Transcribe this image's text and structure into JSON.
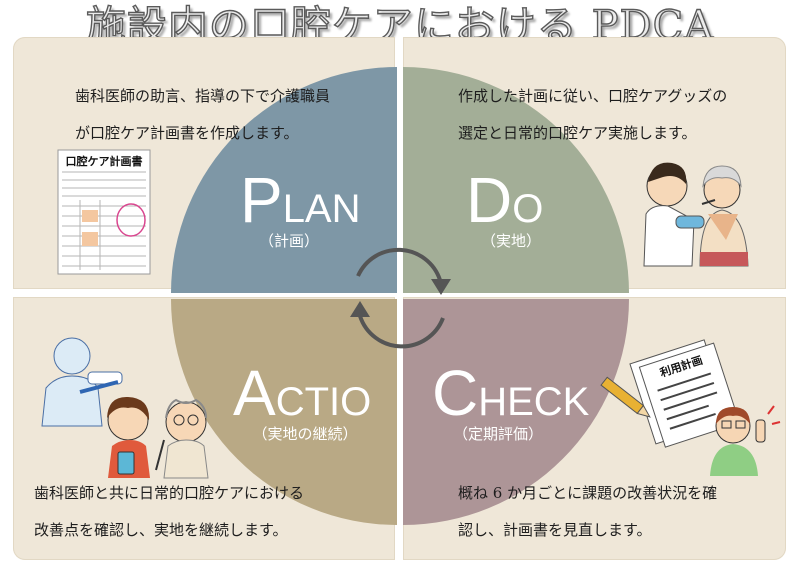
{
  "title": "施設内の口腔ケアにおける PDCA",
  "plan": {
    "big_letter": "P",
    "rest": "LAN",
    "sub": "（計画）",
    "desc1": "歯科医師の助言、指導の下で介護職員",
    "desc2": "が口腔ケア計画書を作成します。",
    "doc_title": "口腔ケア計画書"
  },
  "do": {
    "big_letter": "D",
    "rest": "O",
    "sub": "（実地）",
    "desc1": "作成した計画に従い、口腔ケアグッズの",
    "desc2": "選定と日常的口腔ケア実施します。"
  },
  "action": {
    "big_letter": "A",
    "rest": "CTIO",
    "sub": "（実地の継続）",
    "desc1": "歯科医師と共に日常的口腔ケアにおける",
    "desc2": "改善点を確認し、実地を継続します。"
  },
  "check": {
    "big_letter": "C",
    "rest": "HECK",
    "sub": "（定期評価）",
    "desc1": "概ね 6 か月ごとに課題の改善状況を確",
    "desc2": "認し、計画書を見直します。",
    "doc_title": "利用計画"
  },
  "colors": {
    "plan": "#7e97a6",
    "do": "#a3ae97",
    "action": "#b9a985",
    "check": "#ad9597",
    "panel": "#efe7d8",
    "arrow": "#555555"
  }
}
